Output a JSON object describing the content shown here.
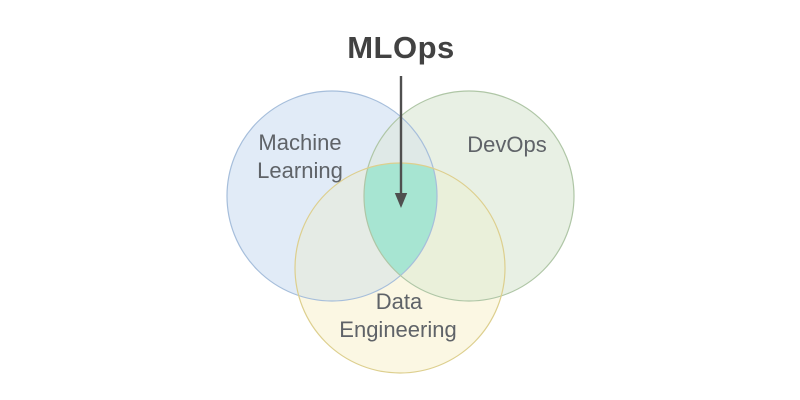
{
  "title": "MLOps",
  "colors": {
    "background": "#ffffff",
    "title_text": "#424242",
    "label_text": "#5f6368",
    "arrow": "#4f4f4f"
  },
  "venn": {
    "machine_learning": {
      "line1": "Machine",
      "line2": "Learning",
      "fill": "#e1ebf7",
      "stroke": "#a6bedb"
    },
    "devops": {
      "label": "DevOps",
      "fill": "#e8f0e4",
      "stroke": "#afc6a6"
    },
    "data_engineering": {
      "line1": "Data",
      "line2": "Engineering",
      "fill": "#fbf7e3",
      "stroke": "#ddcf8e"
    },
    "overlaps": {
      "ml_devops": "#dfe9e7",
      "ml_data": "#e5ebe5",
      "devops_data": "#eaf0da",
      "center": "#a7e5d2"
    }
  }
}
